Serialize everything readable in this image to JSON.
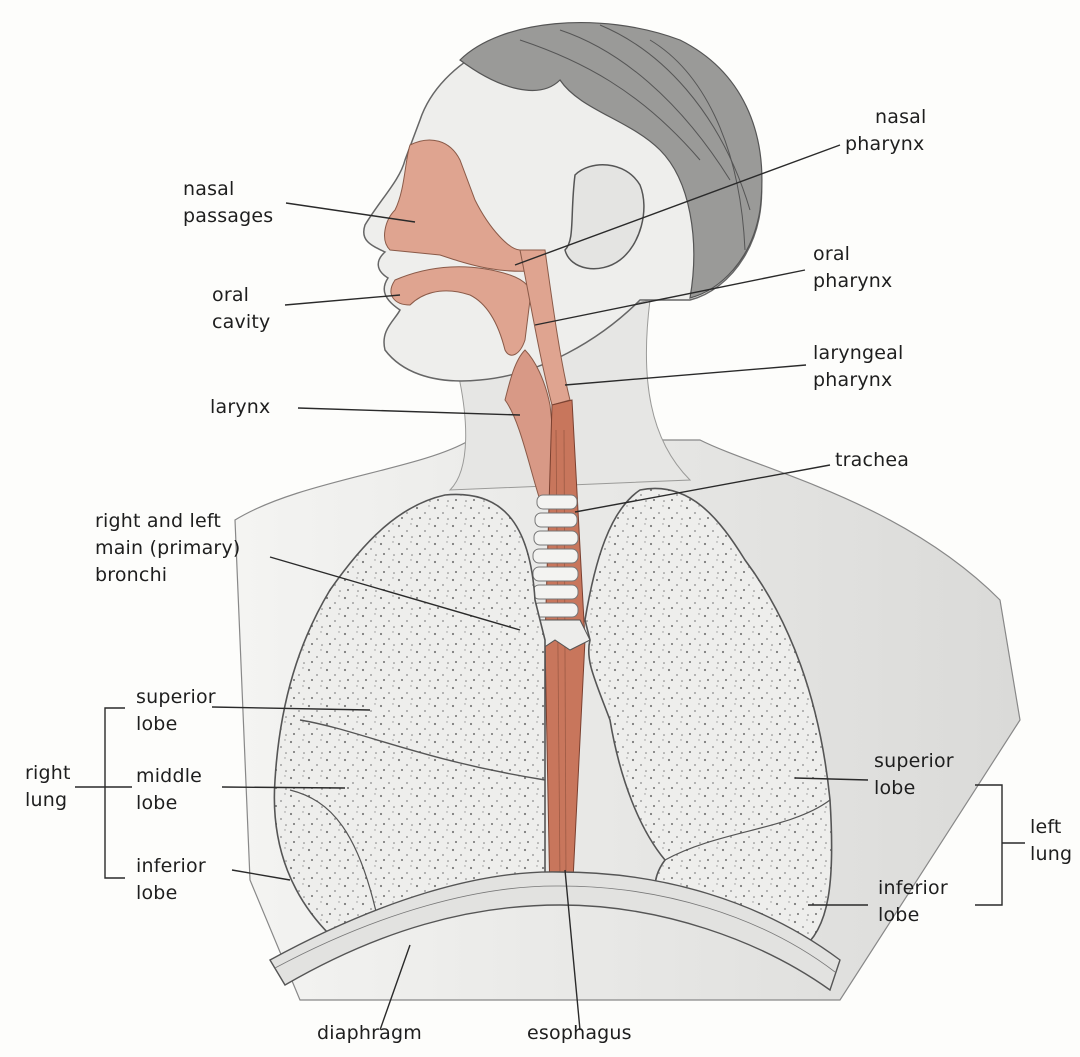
{
  "labels": {
    "nasal_passages": [
      "nasal",
      "passages"
    ],
    "nasal_pharynx": [
      "nasal",
      "pharynx"
    ],
    "oral_cavity": [
      "oral",
      "cavity"
    ],
    "oral_pharynx": [
      "oral",
      "pharynx"
    ],
    "laryngeal_pharynx": [
      "laryngeal",
      "pharynx"
    ],
    "larynx": "larynx",
    "trachea": "trachea",
    "bronchi": [
      "right and left",
      "main (primary)",
      "bronchi"
    ],
    "right_lung": [
      "right",
      "lung"
    ],
    "right_superior_lobe": [
      "superior",
      "lobe"
    ],
    "right_middle_lobe": [
      "middle",
      "lobe"
    ],
    "right_inferior_lobe": [
      "inferior",
      "lobe"
    ],
    "left_lung": [
      "left",
      "lung"
    ],
    "left_superior_lobe": [
      "superior",
      "lobe"
    ],
    "left_inferior_lobe": [
      "inferior",
      "lobe"
    ],
    "diaphragm": "diaphragm",
    "esophagus": "esophagus"
  },
  "colors": {
    "airway": "#d9a08c",
    "esophagus": "#c8765c",
    "lung_fill": "#eeeeec",
    "skin": "#ececea",
    "hair": "#8a8a88",
    "line": "#2a2a2a"
  }
}
